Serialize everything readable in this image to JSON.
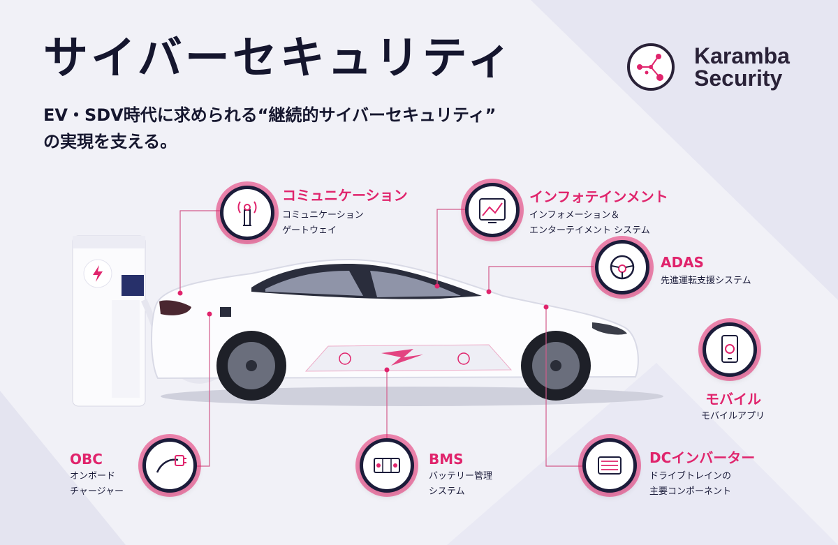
{
  "header": {
    "title": "サイバーセキュリティ",
    "subtitle_line1": "EV・SDV時代に求められる“継続的サイバーセキュリティ”",
    "subtitle_line2": "の実現を支える。"
  },
  "logo": {
    "line1": "Karamba",
    "line2": "Security",
    "icon": "karamba-network-icon"
  },
  "colors": {
    "accent": "#e0246c",
    "navy": "#1b1c3a",
    "background": "#f1f1f7"
  },
  "features": {
    "communication": {
      "title": "コミュニケーション",
      "desc1": "コミュニケーション",
      "desc2": "ゲートウェイ",
      "icon": "antenna-icon"
    },
    "infotainment": {
      "title": "インフォテインメント",
      "desc1": "インフォメーション＆",
      "desc2": "エンターテイメント システム",
      "icon": "map-screen-icon"
    },
    "adas": {
      "title": "ADAS",
      "desc1": "先進運転支援システム",
      "icon": "steering-wheel-icon"
    },
    "mobile": {
      "title": "モバイル",
      "desc1": "モバイルアプリ",
      "icon": "smartphone-icon"
    },
    "obc": {
      "title": "OBC",
      "desc1": "オンボード",
      "desc2": "チャージャー",
      "icon": "charging-plug-icon"
    },
    "bms": {
      "title": "BMS",
      "desc1": "バッテリー管理",
      "desc2": "システム",
      "icon": "battery-pack-icon"
    },
    "dc_inverter": {
      "title": "DCインバーター",
      "desc1": "ドライブトレインの",
      "desc2": "主要コンポーネント",
      "icon": "inverter-icon"
    }
  }
}
